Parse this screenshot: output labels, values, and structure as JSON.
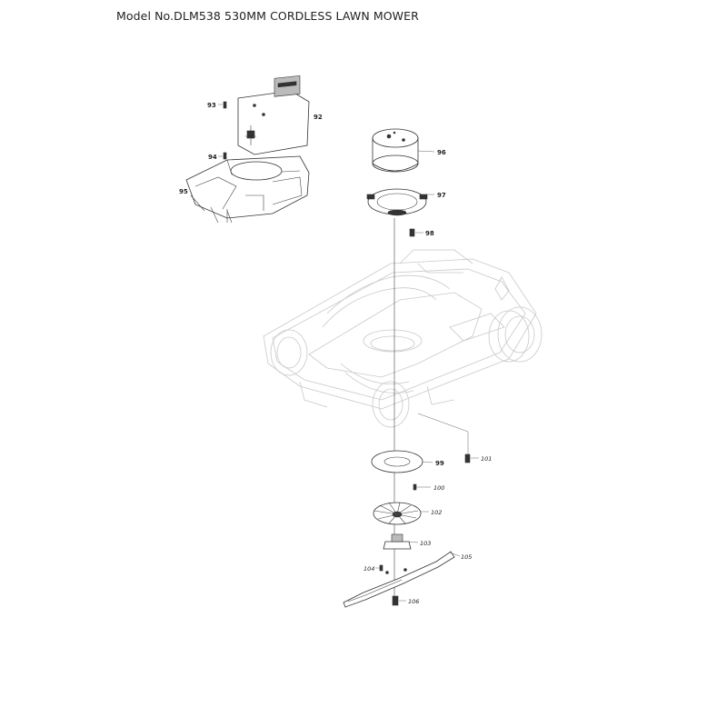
{
  "title": "Model No.DLM538 530MM CORDLESS LAWN MOWER",
  "parts": [
    {
      "id": "92",
      "label": "92"
    },
    {
      "id": "93",
      "label": "93"
    },
    {
      "id": "94",
      "label": "94"
    },
    {
      "id": "95",
      "label": "95"
    },
    {
      "id": "96",
      "label": "96"
    },
    {
      "id": "97",
      "label": "97"
    },
    {
      "id": "98",
      "label": "98"
    },
    {
      "id": "99",
      "label": "99"
    },
    {
      "id": "100",
      "label": "100"
    },
    {
      "id": "101",
      "label": "101"
    },
    {
      "id": "102",
      "label": "102"
    },
    {
      "id": "103",
      "label": "103"
    },
    {
      "id": "104",
      "label": "104"
    },
    {
      "id": "105",
      "label": "105"
    },
    {
      "id": "106",
      "label": "106"
    }
  ]
}
